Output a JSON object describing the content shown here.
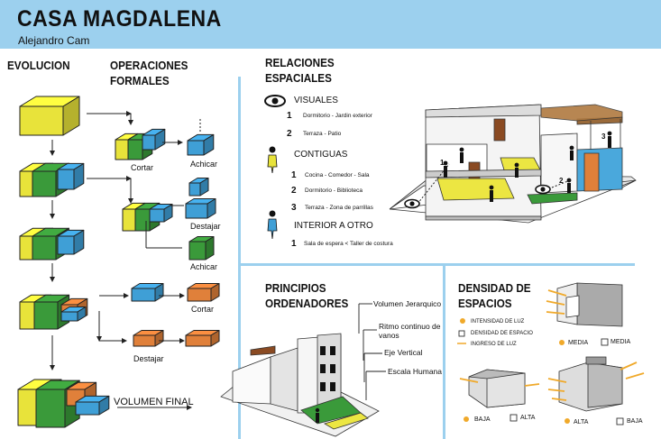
{
  "header": {
    "title": "CASA MAGDALENA",
    "author": "Alejandro Cam"
  },
  "evolucion": {
    "heading": "EVOLUCION",
    "final_label": "VOLUMEN FINAL"
  },
  "operaciones": {
    "heading_1": "OPERACIONES",
    "heading_2": "FORMALES",
    "ops": [
      "Cortar",
      "Achicar",
      "Destajar",
      "Achicar",
      "Cortar",
      "Destajar"
    ]
  },
  "relaciones": {
    "heading_1": "RELACIONES",
    "heading_2": "ESPACIALES",
    "groups": [
      {
        "title": "VISUALES",
        "items": [
          {
            "n": "1",
            "text": "Dormitorio - Jardin exterior"
          },
          {
            "n": "2",
            "text": "Terraza - Patio"
          }
        ]
      },
      {
        "title": "CONTIGUAS",
        "items": [
          {
            "n": "1",
            "text": "Cocina - Comedor - Sala"
          },
          {
            "n": "2",
            "text": "Dormitorio - Biblioteca"
          },
          {
            "n": "3",
            "text": "Terraza - Zona de parrillas"
          }
        ]
      },
      {
        "title": "INTERIOR A OTRO",
        "items": [
          {
            "n": "1",
            "text": "Sala de espera < Taller de costura"
          }
        ]
      }
    ],
    "plan_markers": [
      "1",
      "2",
      "3"
    ]
  },
  "principios": {
    "heading_1": "PRINCIPIOS",
    "heading_2": "ORDENADORES",
    "labels": [
      "Volumen Jerarquico",
      "Ritmo continuo de vanos",
      "Eje Vertical",
      "Escala Humana"
    ]
  },
  "densidad": {
    "heading_1": "DENSIDAD DE",
    "heading_2": "ESPACIOS",
    "legend": [
      "INTENSIDAD DE LUZ",
      "DENSIDAD DE ESPACIO",
      "INGRESO DE LUZ"
    ],
    "cases": [
      [
        "MEDIA",
        "MEDIA"
      ],
      [
        "BAJA",
        "ALTA"
      ],
      [
        "ALTA",
        "BAJA"
      ]
    ]
  },
  "colors": {
    "yellow": "#e8e33a",
    "green": "#3a9a3a",
    "blue": "#3f9fd6",
    "orange": "#e0803a",
    "sky": "#9cd0ee"
  }
}
